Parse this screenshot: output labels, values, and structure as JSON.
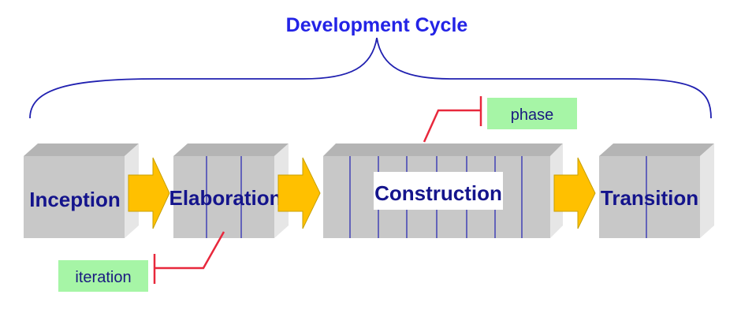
{
  "title": "Development Cycle",
  "phases": [
    {
      "name": "Inception",
      "iterations": 1
    },
    {
      "name": "Elaboration",
      "iterations": 3
    },
    {
      "name": "Construction",
      "iterations": 8
    },
    {
      "name": "Transition",
      "iterations": 2
    }
  ],
  "callouts": {
    "phase": "phase",
    "iteration": "iteration"
  },
  "colors": {
    "title": "#2323e6",
    "phase_text": "#14148c",
    "box_front": "#c8c8c8",
    "box_top": "#b4b4b4",
    "box_side": "#e6e6e6",
    "iteration_line": "#2020b0",
    "arrow": "#ffc000",
    "callout_bg": "#a6f5a6",
    "connector": "#e8283c",
    "brace": "#2020b0"
  }
}
